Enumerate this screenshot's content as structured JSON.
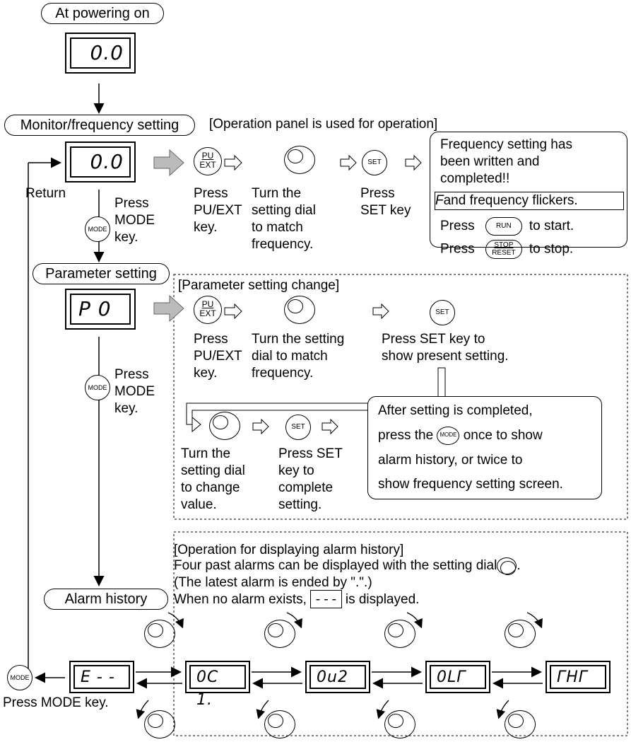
{
  "pills": {
    "power_on": "At powering on",
    "monitor": "Monitor/frequency setting",
    "parameter": "Parameter setting",
    "alarm": "Alarm  history"
  },
  "operation_note": "[Operation panel is used for operation]",
  "displays": {
    "power_on": "0.0",
    "monitor": "0.0",
    "parameter": "P  0"
  },
  "alarm_displays": [
    "E - -",
    "0C 1.",
    "0u2",
    "0LГ",
    "ГHГ"
  ],
  "keys": {
    "pu": "PU",
    "ext": "EXT",
    "set": "SET",
    "mode": "MODE",
    "run": "RUN",
    "stop": "STOP",
    "reset": "RESET"
  },
  "labels": {
    "return": "Return",
    "press_mode_1": "Press\nMODE\nkey.",
    "press_mode_2": "Press\nMODE\nkey.",
    "press_pu_1": "Press\nPU/EXT\nkey.",
    "turn_dial_1": "Turn the\nsetting dial\nto match\nfrequency.",
    "press_set_1": "Press\nSET key",
    "press_pu_2": "Press\nPU/EXT\nkey.",
    "turn_dial_2": "Turn the setting\ndial to match\nfrequency.",
    "press_set_2": "Press SET key to\nshow present setting.",
    "turn_dial_3": "Turn the\nsetting dial\nto change\nvalue.",
    "press_set_3": "Press SET\nkey to\ncomplete\nsetting.",
    "press_mode_key": "Press MODE key."
  },
  "freq_bubble": {
    "line1": "Frequency setting has\nbeen written and\ncompleted!!",
    "flicker": "and frequency flickers.",
    "flicker_symbol": "F",
    "press": "Press",
    "to_start": "to start.",
    "to_stop": "to stop."
  },
  "param_section_title": "[Parameter setting change]",
  "after_bubble": {
    "l1": "After setting is completed,",
    "l2a": "press the",
    "l2b": "once to show",
    "l3": "alarm history, or twice to",
    "l4": "show frequency setting screen."
  },
  "alarm_section": {
    "title": "[Operation for displaying alarm history]",
    "l2": "Four past alarms can be displayed with the setting dial",
    "l2_end": ".",
    "l3": "(The latest alarm is ended by \".\".)",
    "l4a": "When no alarm exists,",
    "l4_box": "---",
    "l4b": "is displayed."
  }
}
